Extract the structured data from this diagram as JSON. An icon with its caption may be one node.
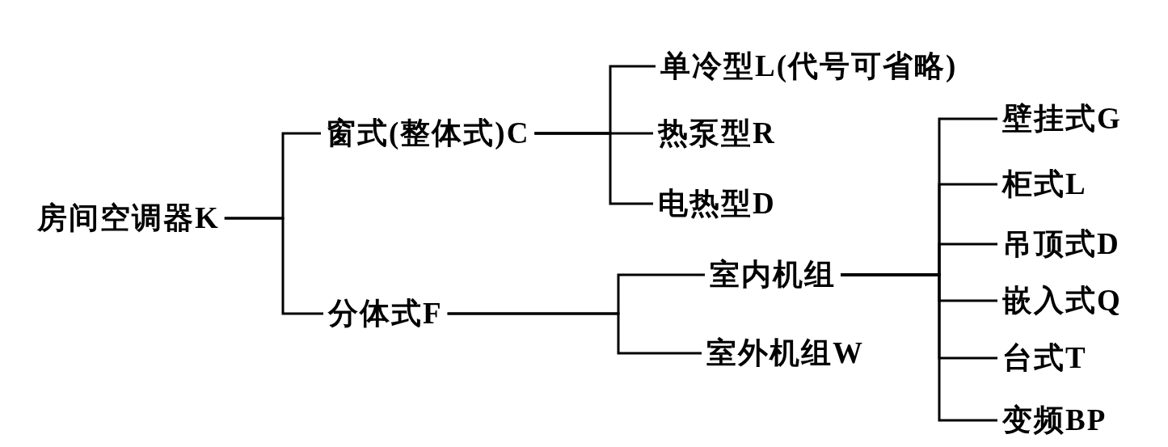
{
  "diagram": {
    "nodes": [
      {
        "text": [
          "房间空调器K"
        ]
      },
      {
        "text": [
          "窗式(整体式)C"
        ]
      },
      {
        "text": [
          "分体式F"
        ]
      },
      {
        "text": [
          "单冷型L(代号可省略)"
        ]
      },
      {
        "text": [
          "热泵型R"
        ]
      },
      {
        "text": [
          "电热型D"
        ]
      },
      {
        "text": [
          "室内机组"
        ]
      },
      {
        "text": [
          "室外机组W"
        ]
      },
      {
        "text": [
          "壁挂式G"
        ]
      },
      {
        "text": [
          "柜式L"
        ]
      },
      {
        "text": [
          "吊顶式D"
        ]
      },
      {
        "text": [
          "嵌入式Q"
        ]
      },
      {
        "text": [
          "台式T"
        ]
      },
      {
        "text": [
          "变频BP"
        ]
      }
    ],
    "edges": [
      {
        "from": 0,
        "to": 1,
        "arrow": "none"
      },
      {
        "from": 0,
        "to": 2,
        "arrow": "none"
      },
      {
        "from": 1,
        "to": 3,
        "arrow": "none"
      },
      {
        "from": 1,
        "to": 4,
        "arrow": "none"
      },
      {
        "from": 1,
        "to": 5,
        "arrow": "none"
      },
      {
        "from": 2,
        "to": 6,
        "arrow": "none"
      },
      {
        "from": 2,
        "to": 7,
        "arrow": "none"
      },
      {
        "from": 6,
        "to": 8,
        "arrow": "none"
      },
      {
        "from": 6,
        "to": 9,
        "arrow": "none"
      },
      {
        "from": 6,
        "to": 10,
        "arrow": "none"
      },
      {
        "from": 6,
        "to": 11,
        "arrow": "none"
      },
      {
        "from": 6,
        "to": 12,
        "arrow": "none"
      },
      {
        "from": 6,
        "to": 13,
        "arrow": "none"
      }
    ]
  }
}
